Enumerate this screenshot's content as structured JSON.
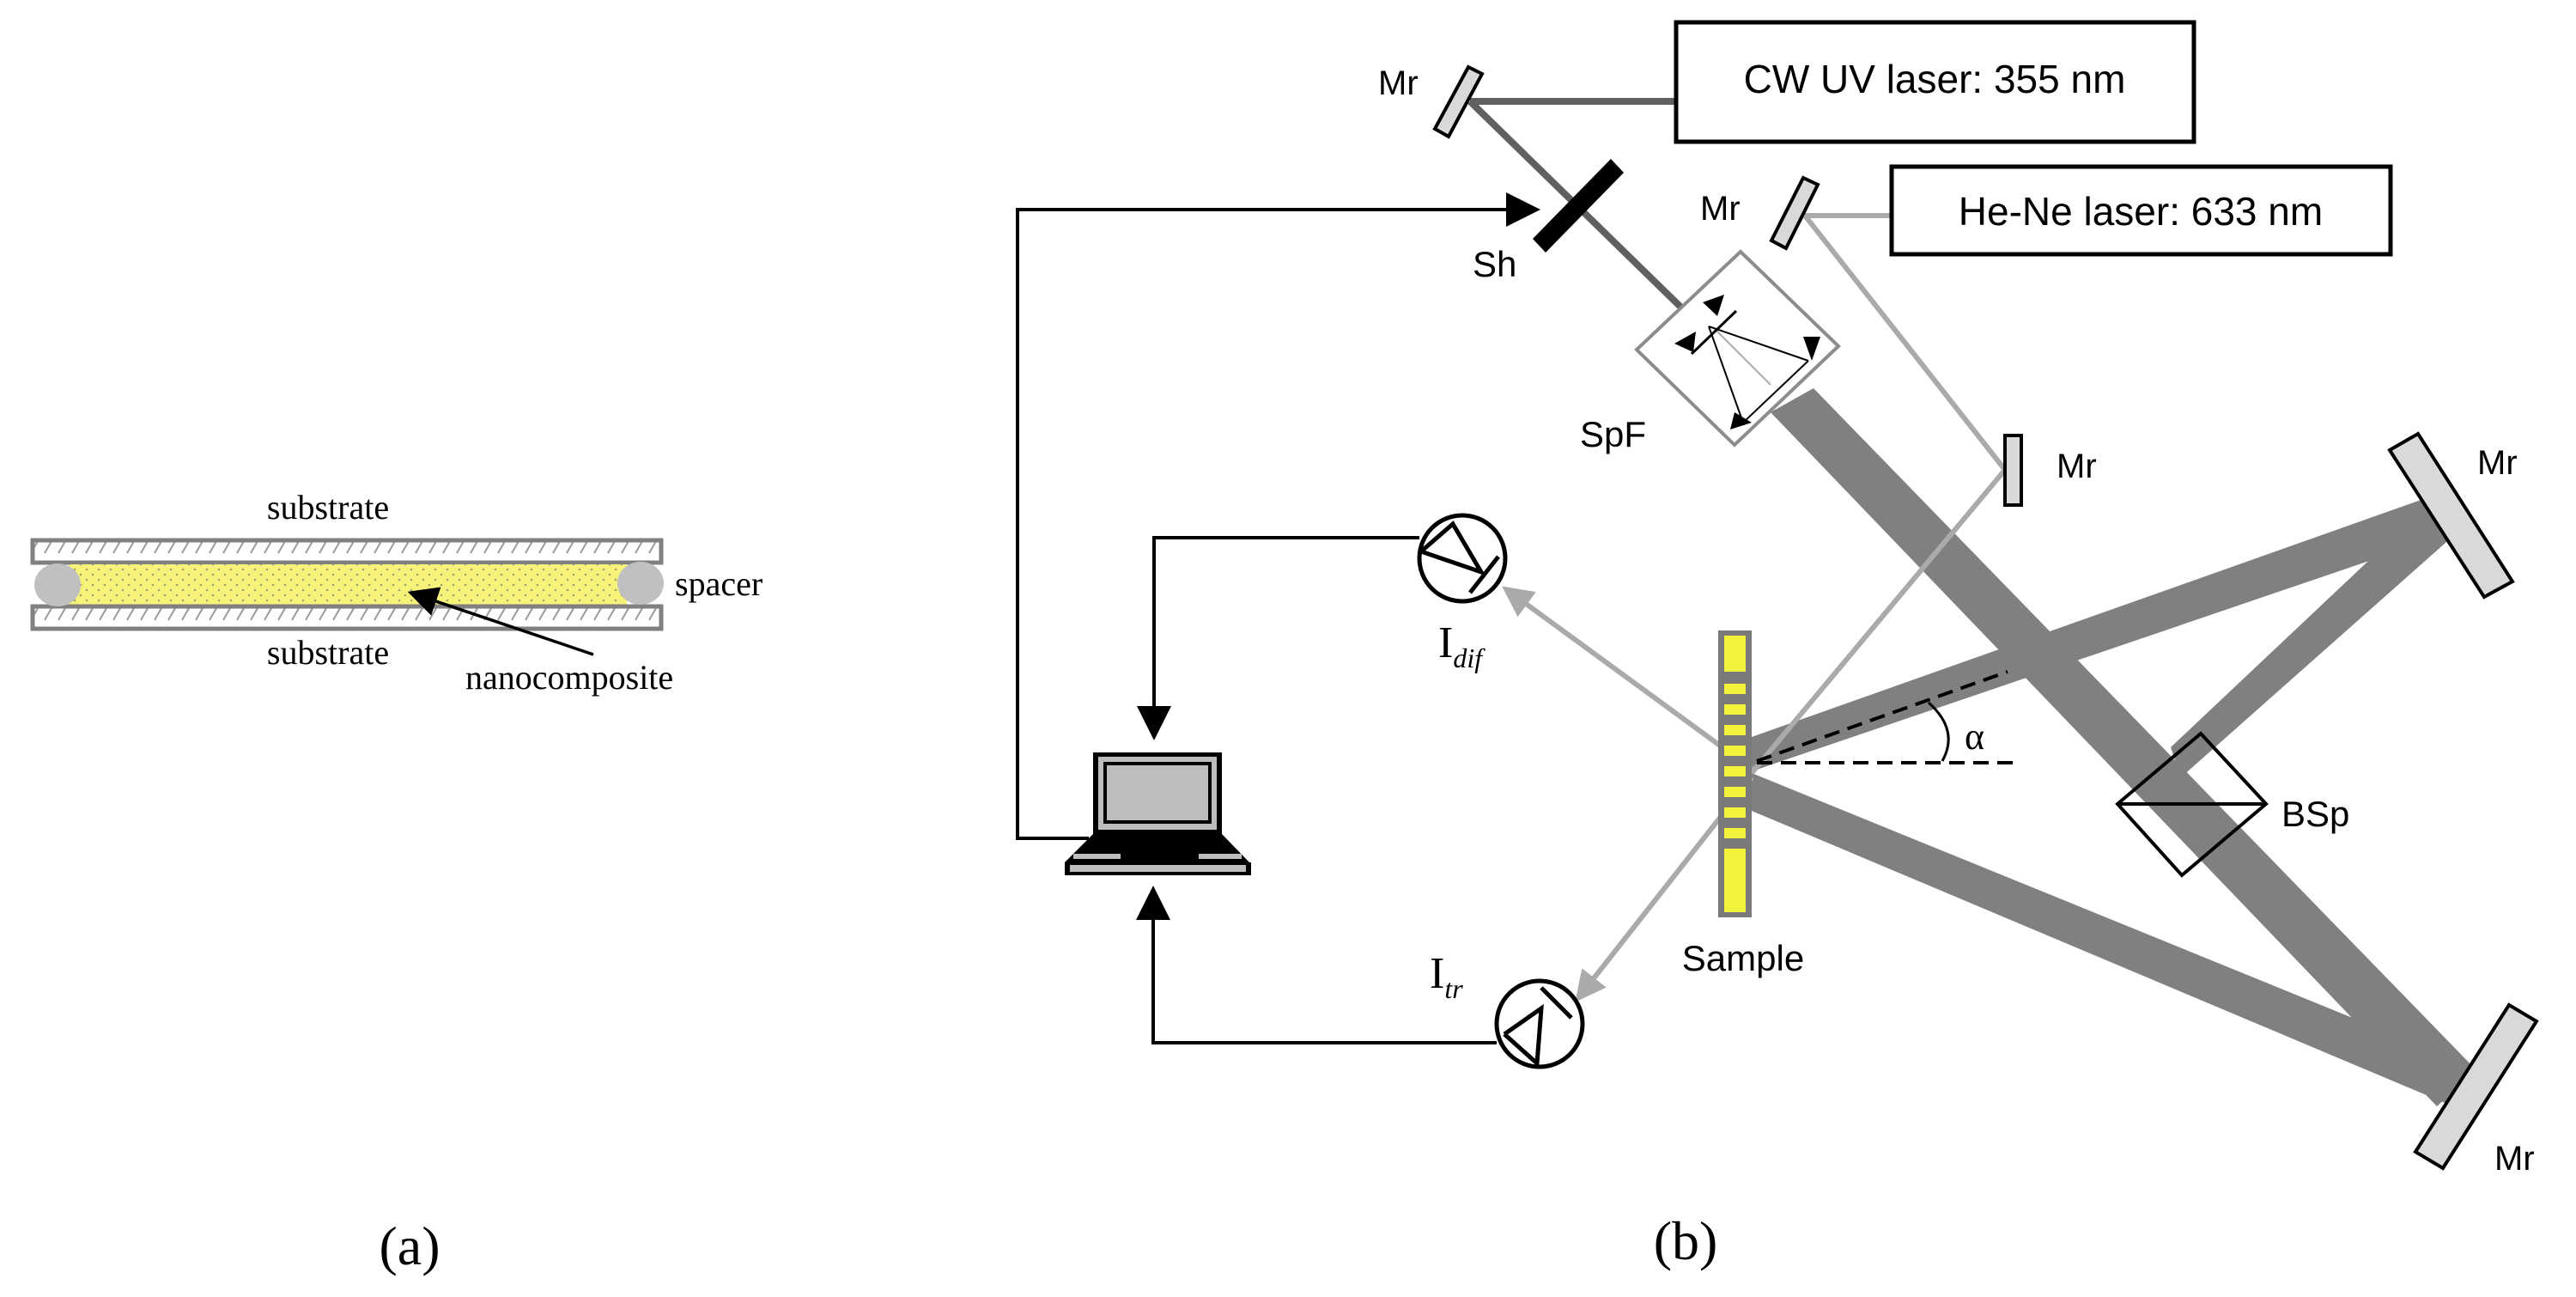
{
  "panel_a": {
    "caption": "(a)",
    "labels": {
      "substrate_top": "substrate",
      "substrate_bottom": "substrate",
      "spacer": "spacer",
      "nanocomposite": "nanocomposite"
    },
    "colors": {
      "nanocomposite_fill": "#f7f27a",
      "substrate_border": "#808080",
      "spacer_fill": "#c0c0c0"
    }
  },
  "panel_b": {
    "caption": "(b)",
    "components": {
      "uv_laser": "CW UV laser: 355 nm",
      "hene_laser": "He-Ne laser: 633 nm",
      "mirror": "Mr",
      "shutter": "Sh",
      "spatial_filter": "SpF",
      "beam_splitter": "BSp",
      "sample": "Sample",
      "angle": "α",
      "detector_dif_main": "I",
      "detector_dif_sub": "dif",
      "detector_tr_main": "I",
      "detector_tr_sub": "tr"
    },
    "colors": {
      "pump_beam": "#808080",
      "uv_beam": "#606060",
      "probe_beam": "#aaaaaa",
      "mirror_fill": "#d9d9d9",
      "sample_fill": "#f2f23a",
      "sample_frame": "#7a7a7a",
      "laptop_screen": "#bdbdbd"
    }
  }
}
